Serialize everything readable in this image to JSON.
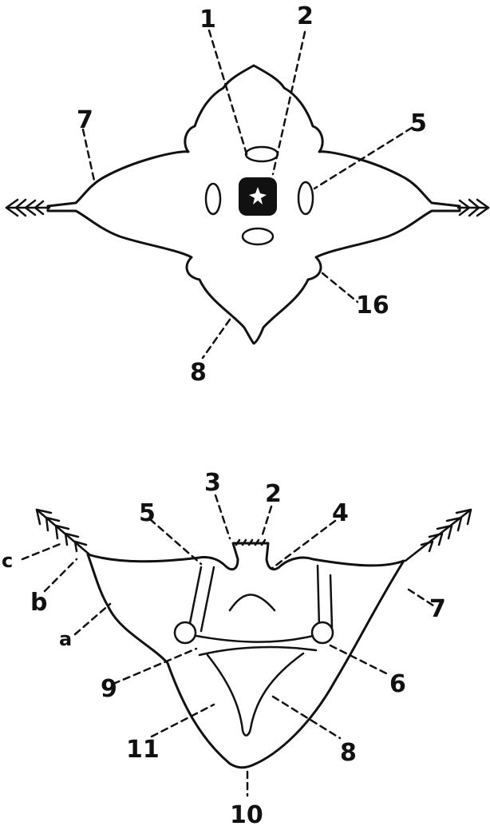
{
  "top_figure": {
    "labels": {
      "l1": "1",
      "l2": "2",
      "l5": "5",
      "l7": "7",
      "l8": "8",
      "l16": "16"
    }
  },
  "bottom_figure": {
    "labels": {
      "l2": "2",
      "l3": "3",
      "l4": "4",
      "l5": "5",
      "l6": "6",
      "l7": "7",
      "l8": "8",
      "l9": "9",
      "l10": "10",
      "l11": "11",
      "la": "a",
      "lb": "b",
      "lc": "c"
    }
  },
  "colors": {
    "ink": "#111111",
    "paper": "#ffffff"
  }
}
